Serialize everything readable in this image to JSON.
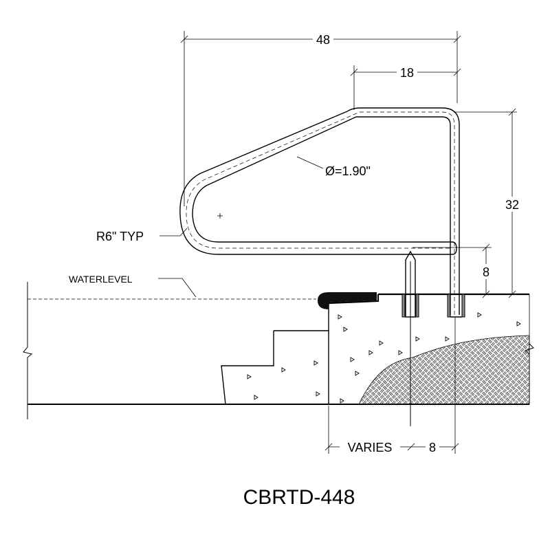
{
  "title": "CBRTD-448",
  "dimensions": {
    "overall_width": "48",
    "top_length": "18",
    "height": "32",
    "bottom_rail_height": "8",
    "varies": "VARIES",
    "anchor_spacing": "8"
  },
  "callouts": {
    "tube_diameter": "Ø=1.90\"",
    "radius": "R6\" TYP",
    "waterlevel": "WATERLEVEL"
  },
  "colors": {
    "line": "#000000",
    "background": "#ffffff"
  }
}
